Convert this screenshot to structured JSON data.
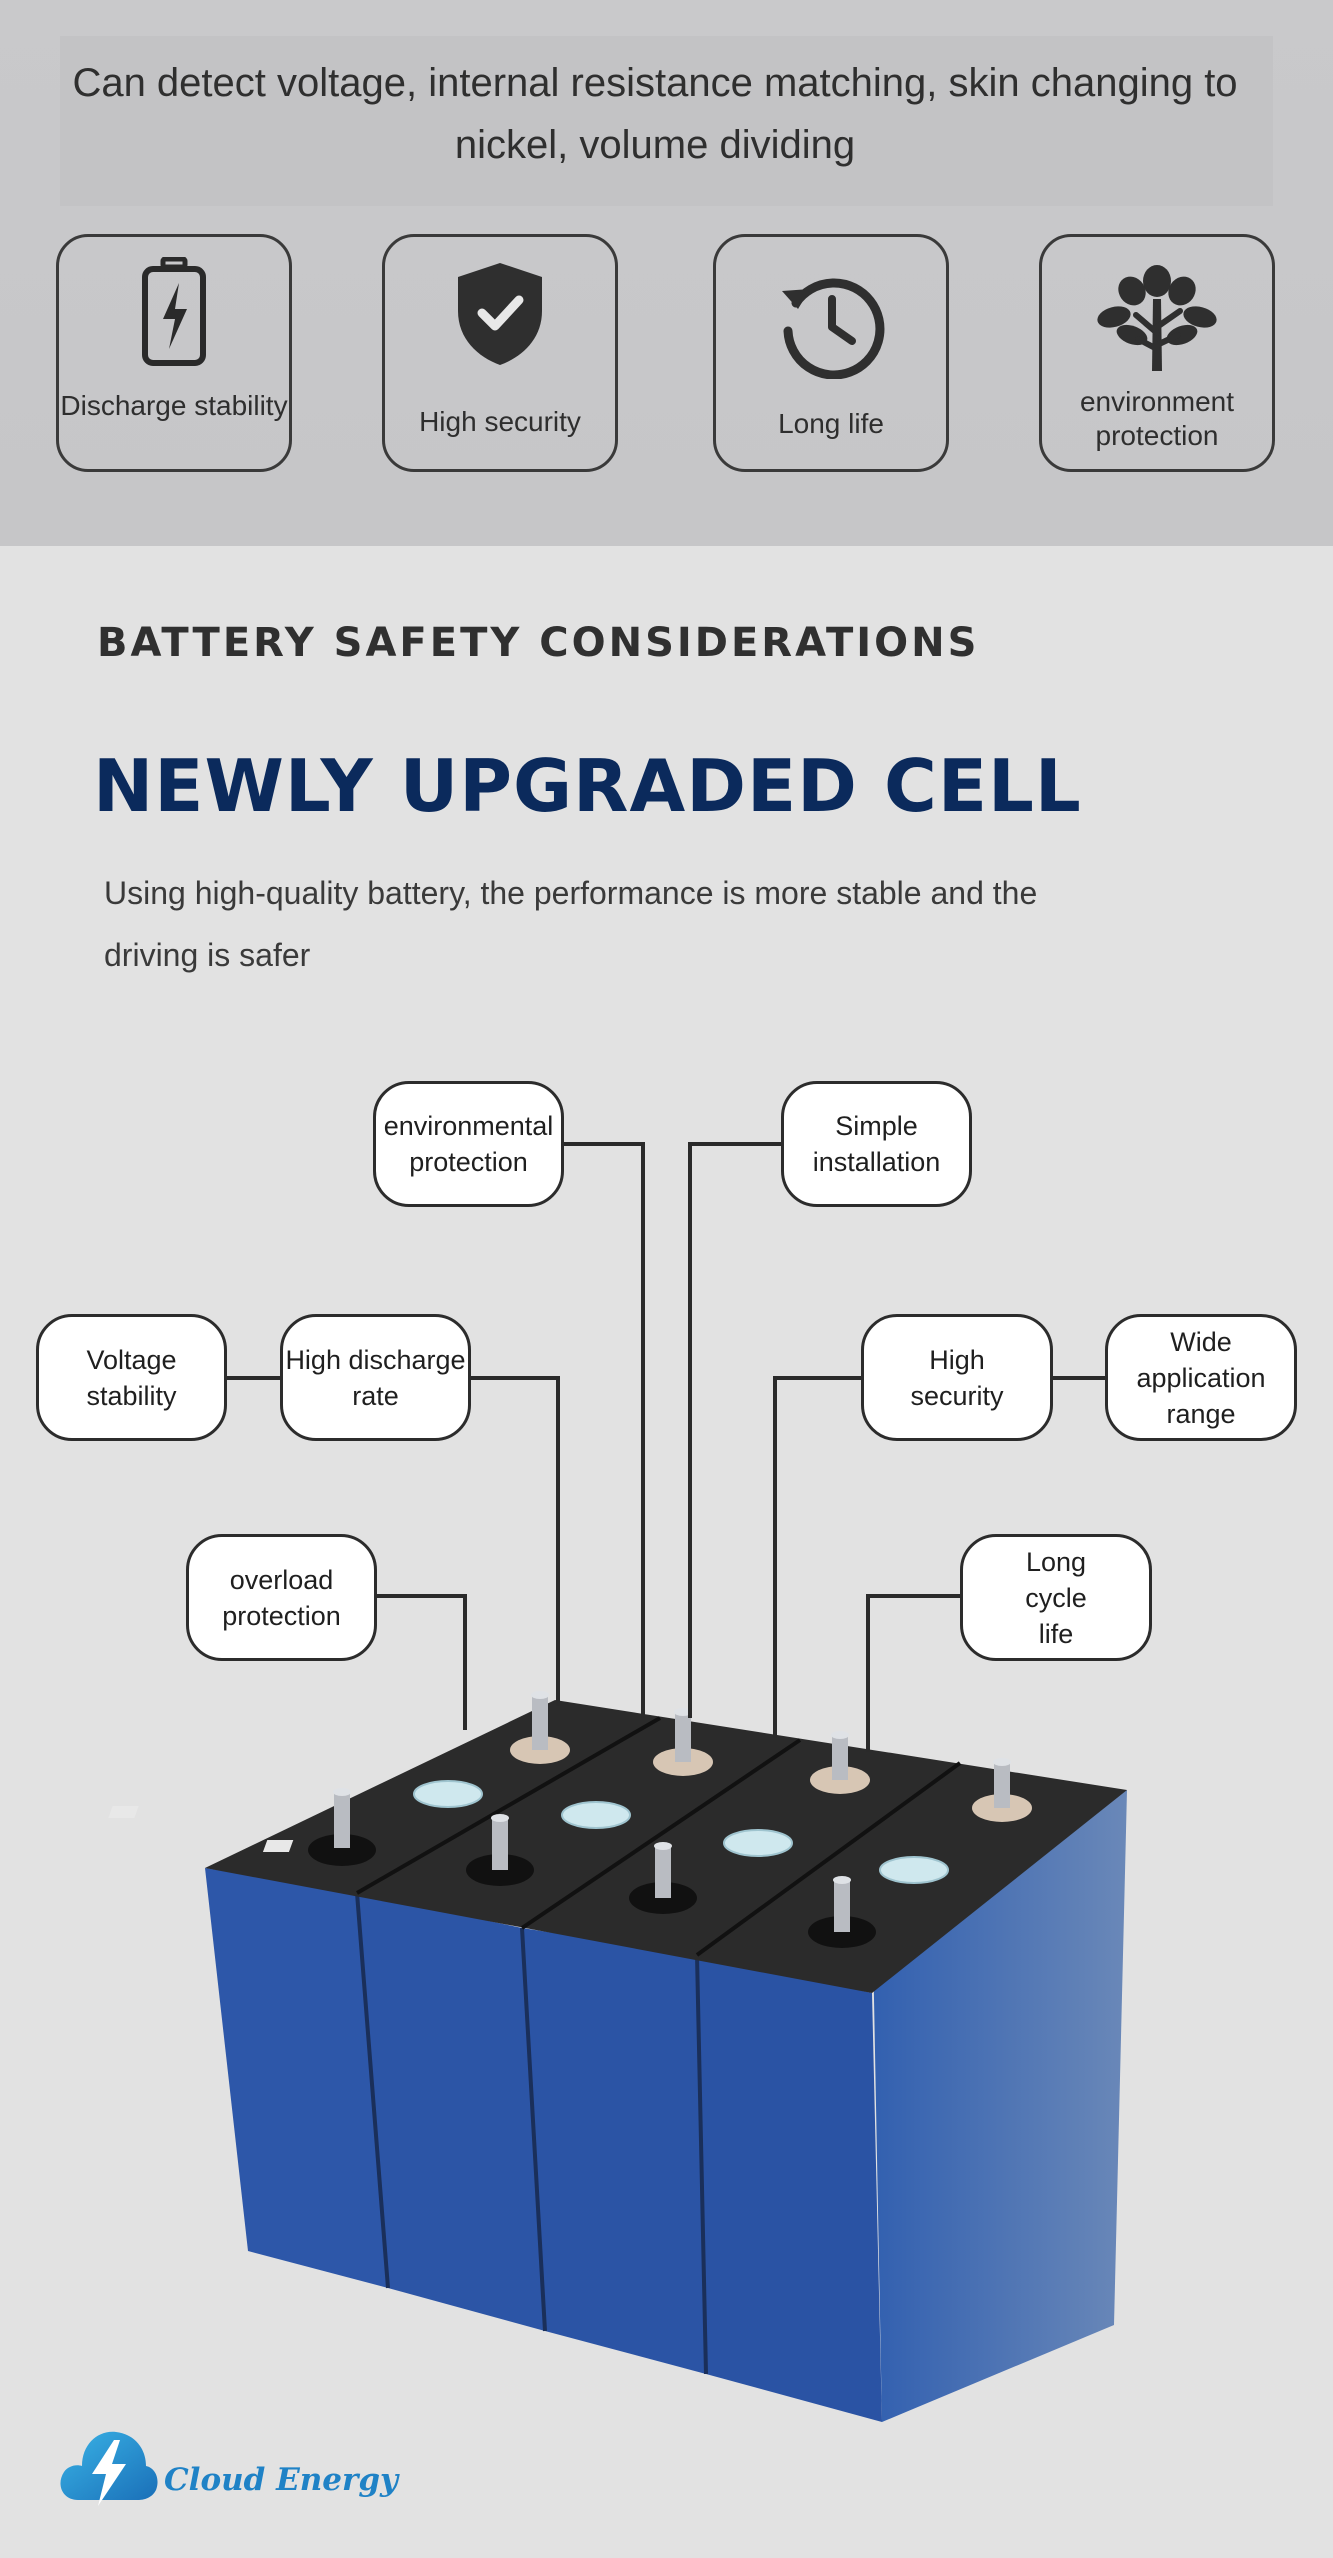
{
  "top": {
    "caption": "Can detect voltage, internal resistance matching, skin changing to nickel, volume dividing",
    "features": [
      {
        "label": "Discharge stability",
        "icon": "battery-charge-icon"
      },
      {
        "label": "High security",
        "icon": "shield-check-icon"
      },
      {
        "label": "Long life",
        "icon": "clock-history-icon"
      },
      {
        "label": "environment protection",
        "icon": "tree-icon"
      }
    ]
  },
  "section": {
    "title": "BATTERY SAFETY CONSIDERATIONS",
    "headline": "NEWLY UPGRADED CELL",
    "subline": "Using high-quality battery, the performance is more stable and the driving is safer"
  },
  "callouts": {
    "environmental_protection": "environmental protection",
    "simple_installation": "Simple installation",
    "voltage_stability": "Voltage stability",
    "high_discharge_rate": "High discharge rate",
    "high_security": "High security",
    "wide_application_range": "Wide application range",
    "overload_protection": "overload protection",
    "long_cycle_life": "Long cycle life"
  },
  "logo": {
    "text": "Cloud Energy",
    "icon": "cloud-lightning-icon"
  },
  "colors": {
    "headline": "#0b2a5c",
    "battery_blue": "#2a54a6",
    "battery_top": "#2b2b2b",
    "logo_blue": "#1f82c6",
    "top_band": "#c7c7c9",
    "page_background": "#e2e2e2"
  }
}
